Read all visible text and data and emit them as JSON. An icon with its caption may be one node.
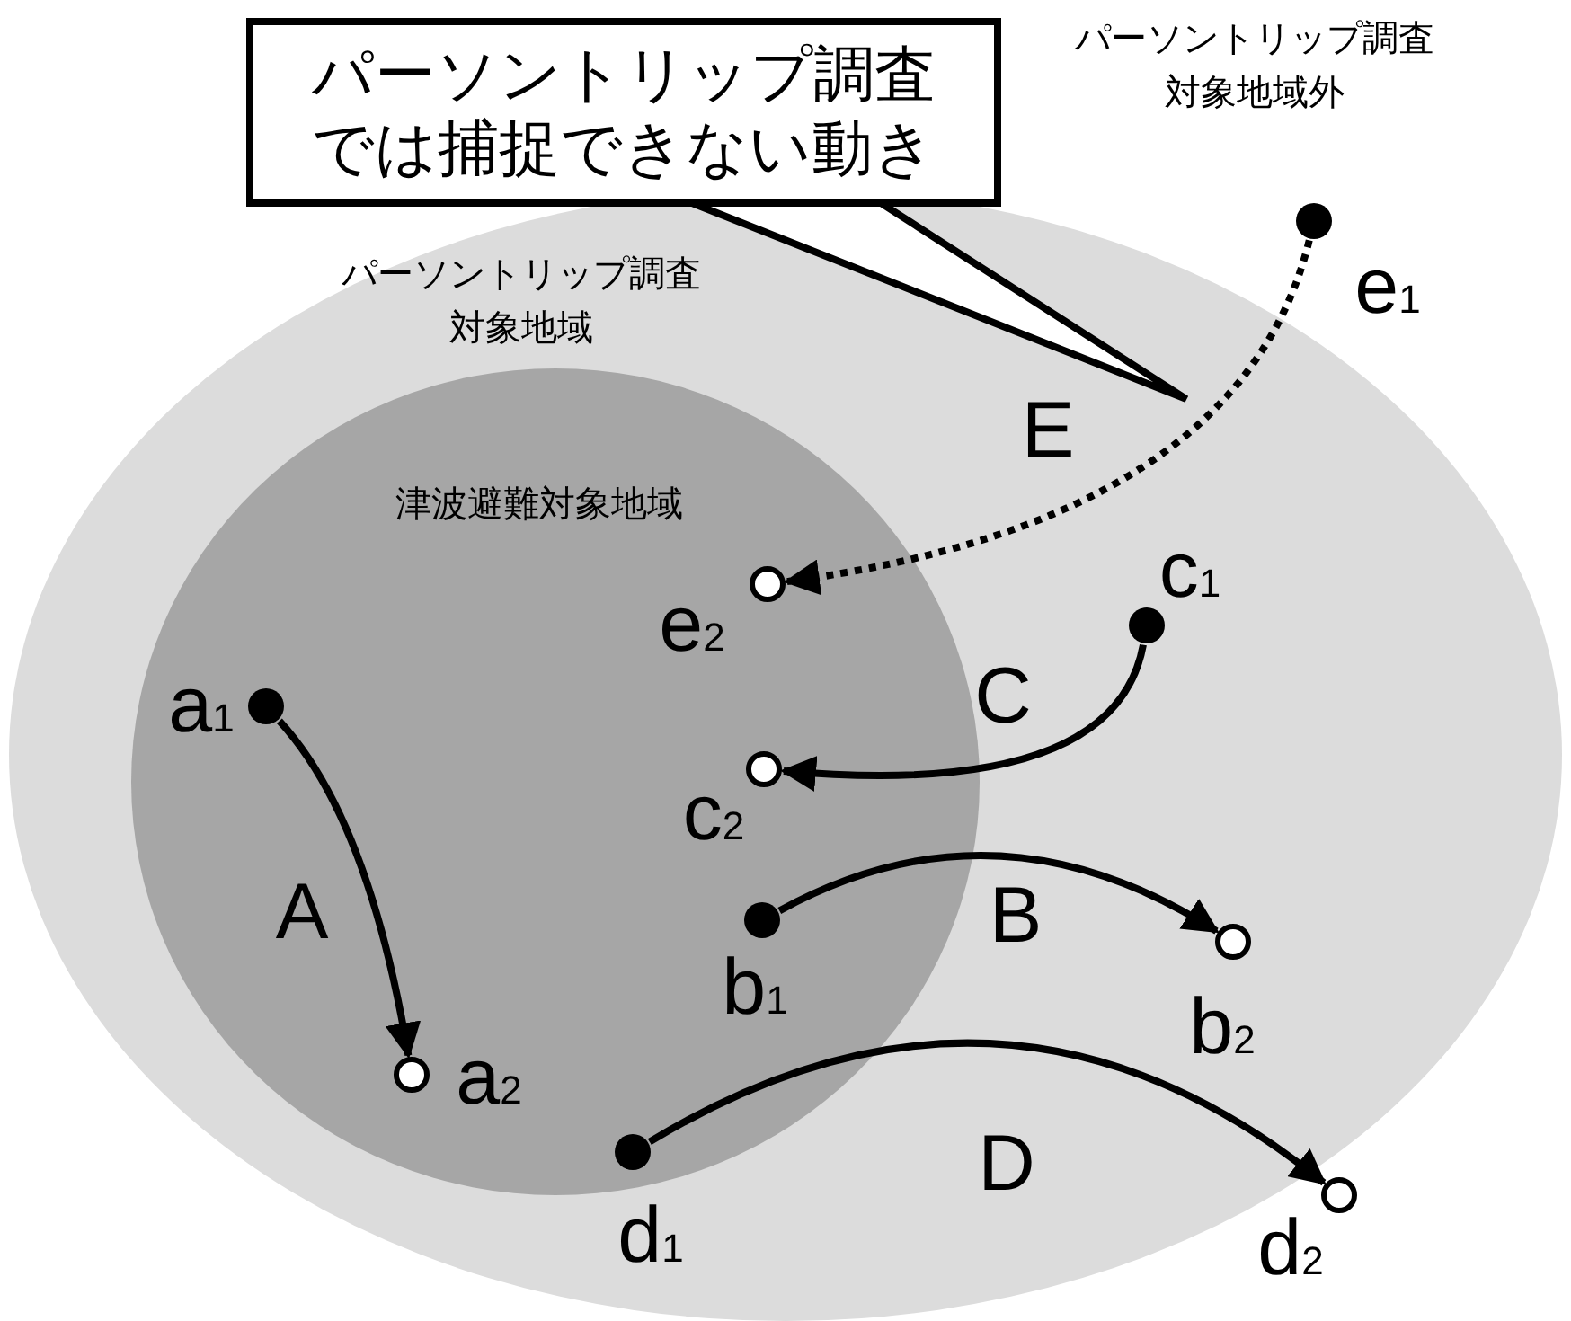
{
  "diagram": {
    "nodes": [
      {
        "text": [
          "パーソントリップ調査対象地域"
        ]
      },
      {
        "text": [
          "津波避難対象地域"
        ],
        "in": 0
      },
      {
        "text": [
          "パーソントリップ調査では捕捉できない動き"
        ]
      },
      {
        "text": [],
        "shape": "circle",
        "beside": [
          "e$_{1}$"
        ]
      },
      {
        "text": [],
        "shape": "circle",
        "beside": [
          "e$_{2}$"
        ],
        "in": 1
      },
      {
        "text": [],
        "shape": "circle",
        "beside": [
          "c$_{1}$"
        ],
        "in": 0
      },
      {
        "text": [],
        "shape": "circle",
        "beside": [
          "c$_{2}$"
        ],
        "in": 1
      },
      {
        "text": [],
        "shape": "circle",
        "beside": [
          "a$_{1}$"
        ],
        "in": 1
      },
      {
        "text": [],
        "shape": "circle",
        "beside": [
          "a$_{2}$"
        ],
        "in": 1
      },
      {
        "text": [],
        "shape": "circle",
        "beside": [
          "b$_{1}$"
        ],
        "in": 1
      },
      {
        "text": [],
        "shape": "circle",
        "beside": [
          "b$_{2}$"
        ],
        "in": 0
      },
      {
        "text": [],
        "shape": "circle",
        "beside": [
          "d$_{1}$"
        ],
        "in": 1
      },
      {
        "text": [],
        "shape": "circle",
        "beside": [
          "d$_{2}$"
        ],
        "in": 0
      }
    ],
    "edges": [
      {
        "from": 7,
        "to": 8,
        "arrow": "to",
        "label": "A"
      },
      {
        "from": 9,
        "to": 10,
        "arrow": "to",
        "label": "B"
      },
      {
        "from": 5,
        "to": 6,
        "arrow": "to",
        "label": "C"
      },
      {
        "from": 11,
        "to": 12,
        "arrow": "to",
        "label": "D"
      },
      {
        "from": 3,
        "to": 4,
        "arrow": "to",
        "label": "E",
        "style": "dashed"
      }
    ],
    "labels": [
      "パーソントリップ調査対象地域外"
    ]
  }
}
